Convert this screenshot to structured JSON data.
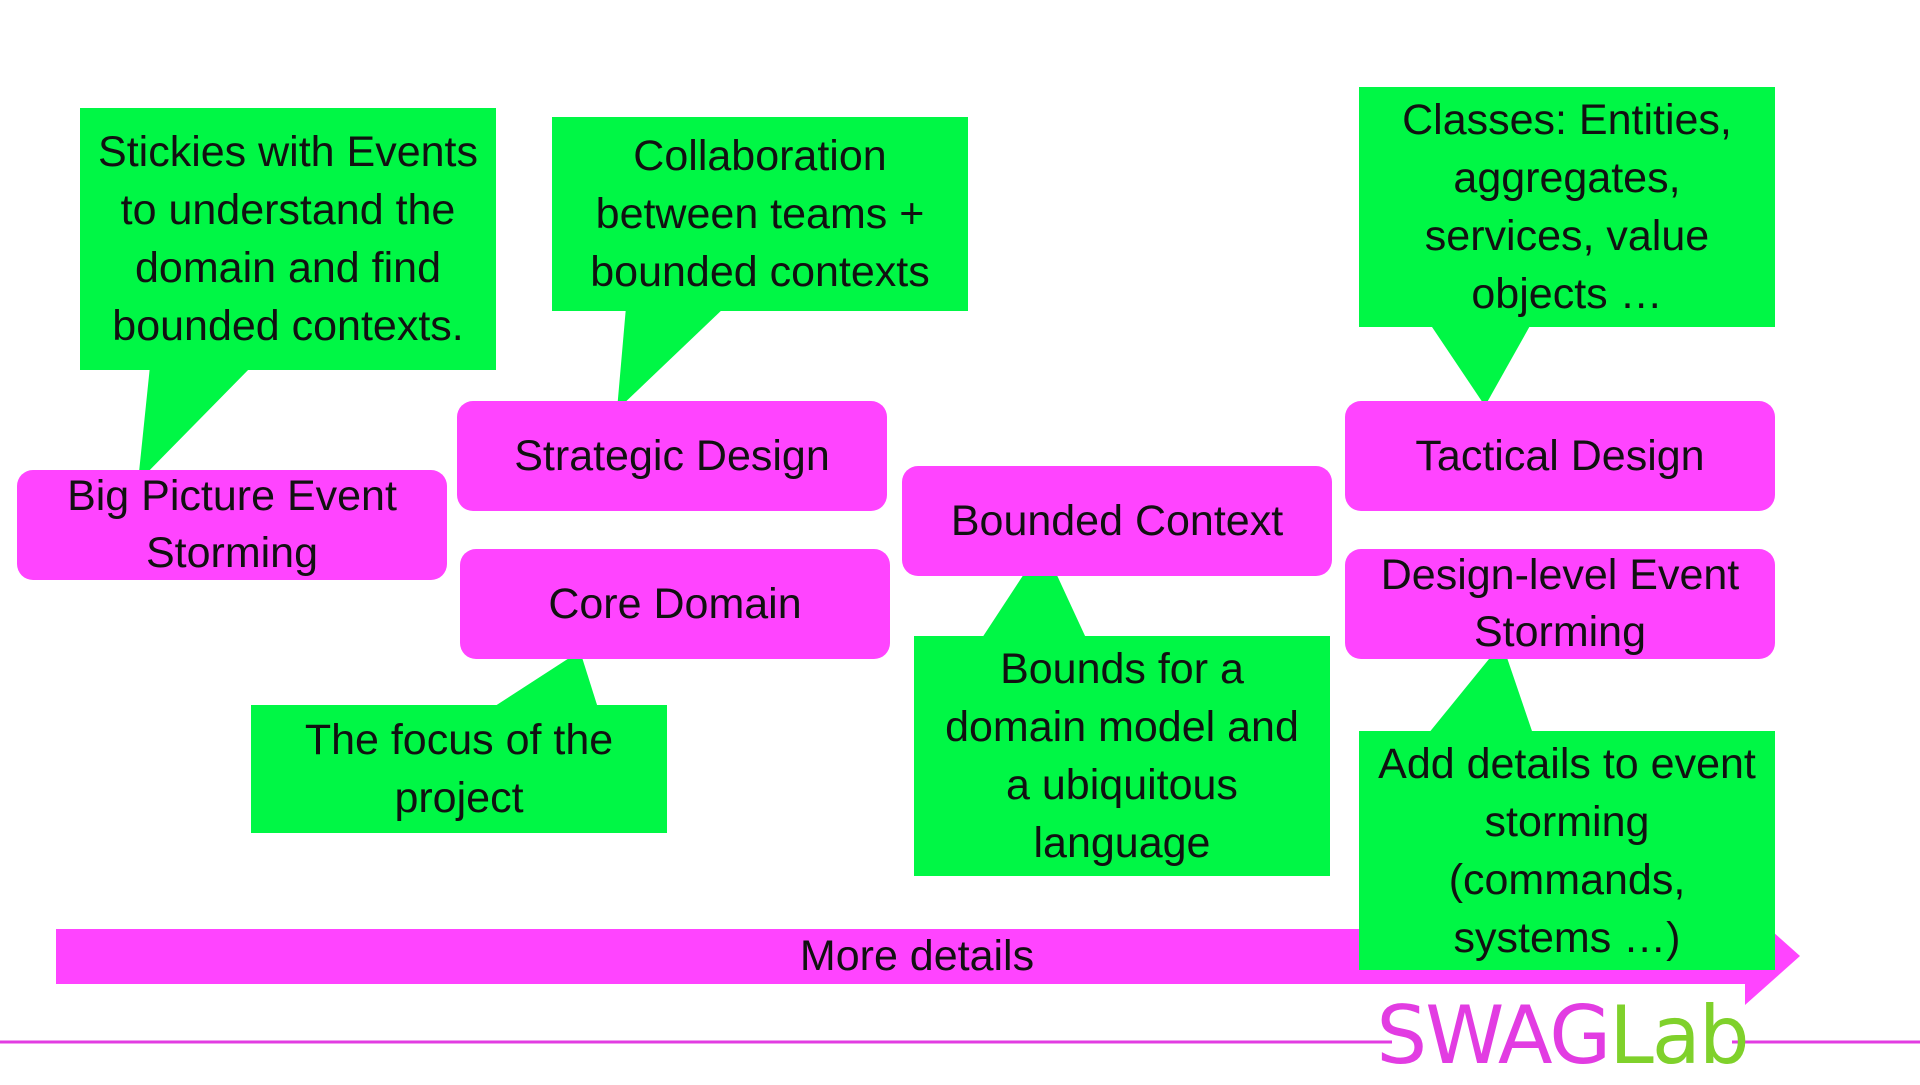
{
  "colors": {
    "pill": "#ff44ff",
    "callout": "#00f745",
    "arrow": "#ff44ff",
    "footer_line": "#e23ce2",
    "brand_primary": "#e23ce2",
    "brand_secondary": "#7fd12b"
  },
  "pills": {
    "big_picture": "Big Picture Event Storming",
    "strategic": "Strategic Design",
    "core_domain": "Core Domain",
    "bounded_context": "Bounded Context",
    "tactical": "Tactical Design",
    "design_level": "Design-level Event Storming"
  },
  "callouts": {
    "stickies": "Stickies with Events\nto understand the\ndomain and find\nbounded contexts.",
    "collaboration": "Collaboration\nbetween teams +\nbounded contexts",
    "focus": "The focus of the\nproject",
    "bounds": "Bounds for a\ndomain model and\na ubiquitous\nlanguage",
    "classes": "Classes: Entities,\naggregates,\nservices, value\nobjects …",
    "add_details": "Add details to event\nstorming\n(commands,\nsystems …)"
  },
  "axis": {
    "label": "More details"
  },
  "brand": {
    "part1": "SWAG",
    "part2": "Lab"
  }
}
